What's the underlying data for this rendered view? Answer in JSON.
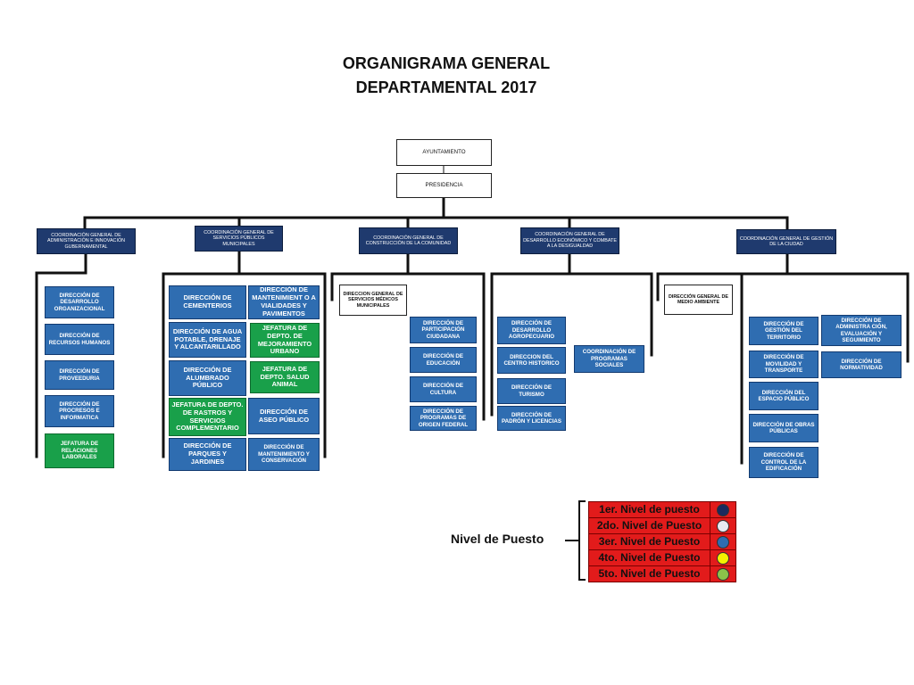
{
  "title": {
    "line1": "ORGANIGRAMA GENERAL",
    "line2": "DEPARTAMENTAL 2017"
  },
  "ayuntamiento": "AYUNTAMIENTO",
  "presidencia": "PRESIDENCIA",
  "coordinaciones": {
    "c1": "COORDINACIÓN GENERAL DE ADMINISTRACIÓN E INNOVACIÓN GUBERNAMENTAL",
    "c2": "COORDINACIÓN GENERAL DE SERVICIOS PÚBLICOS MUNICIPALES",
    "c3": "COORDINACIÓN GENERAL DE CONSTRUCCIÓN DE LA COMUNIDAD",
    "c4": "COORDINACIÓN GENERAL DE DESARROLLO ECONÓMICO Y COMBATE A LA DESIGUALDAD",
    "c5": "COORDINACIÓN GENERAL DE GESTIÓN DE LA CIUDAD"
  },
  "col1": {
    "d1": "DIRECCIÓN DE DESARROLLO ORGANIZACIONAL",
    "d2": "DIRECCIÓN DE RECURSOS HUMANOS",
    "d3": "DIRECCIÓN DE PROVEEDURIA",
    "d4": "DIRECCIÓN DE PROCRESOS E INFORMATICA",
    "j1": "JEFATURA DE RELACIONES LABORALES"
  },
  "col2": {
    "d1": "DIRECCIÓN DE CEMENTERIOS",
    "d2": "DIRECCIÓN DE AGUA POTABLE, DRENAJE Y ALCANTARILLADO",
    "d3": "DIRECCIÓN DE ALUMBRADO PÚBLICO",
    "j1": "JEFATURA DE DEPTO. DE RASTROS Y SERVICIOS COMPLEMENTARIO",
    "d4": "DIRECCIÓN DE PARQUES Y JARDINES",
    "d5": "DIRECCIÓN DE MANTENIMIENT O A VIALIDADES Y PAVIMENTOS",
    "j2": "JEFATURA DE DEPTO. DE MEJORAMIENTO URBANO",
    "j3": "JEFATURA DE DEPTO. SALUD ANIMAL",
    "d6": "DIRECCIÓN DE ASEO PÚBLICO",
    "d7": "DIRECCIÓN DE MANTENIMIENTO Y CONSERVACIÓN"
  },
  "col3": {
    "dg": "DIRECCION GENERAL DE SERVICIOS MÉDICOS MUNICIPALES",
    "d1": "DIRECCIÓN DE PARTICIPACIÓN CIUDADANA",
    "d2": "DIRECCIÓN DE EDUCACIÓN",
    "d3": "DIRECCIÓN DE CULTURA",
    "d4": "DIRECCIÓN DE PROGRAMAS DE ORIGEN FEDERAL"
  },
  "col4": {
    "d1": "DIRECCIÓN DE DESARROLLO AGROPECUARIO",
    "d2": "DIRECCION DEL CENTRO HISTORICO",
    "d3": "DIRECCIÓN DE TURISMO",
    "d4": "DIRECCIÓN DE PADRÓN Y LICENCIAS",
    "cp": "COORDINACIÓN DE PROGRAMAS SOCIALES"
  },
  "col5": {
    "dg": "DIRECCIÓN GENERAL DE MEDIO AMBIENTE",
    "d1": "DIRECCIÓN DE GESTIÓN DEL TERRITORIO",
    "d2": "DIRECCIÓN DE MOVILIDAD Y TRANSPORTE",
    "d3": "DIRECCIÓN DEL ESPACIO PÚBLICO",
    "d4": "DIRECCIÓN DE OBRAS PÚBLICAS",
    "d5": "DIRECCIÓN DE CONTROL DE LA EDIFICACIÓN",
    "d6": "DIRECCIÓN DE ADMINISTRA CIÓN, EVALUACIÓN Y SEGUIMIENTO",
    "d7": "DIRECCIÓN DE NORMATIVIDAD"
  },
  "legend": {
    "title": "Nivel de Puesto",
    "items": [
      {
        "label": "1er. Nivel de puesto",
        "color": "#1a2a5e"
      },
      {
        "label": "2do. Nivel de Puesto",
        "color": "#e8e8f2"
      },
      {
        "label": "3er. Nivel de Puesto",
        "color": "#2f6db1"
      },
      {
        "label": "4to. Nivel de Puesto",
        "color": "#f4f000"
      },
      {
        "label": "5to. Nivel de Puesto",
        "color": "#8bc34a"
      }
    ]
  }
}
